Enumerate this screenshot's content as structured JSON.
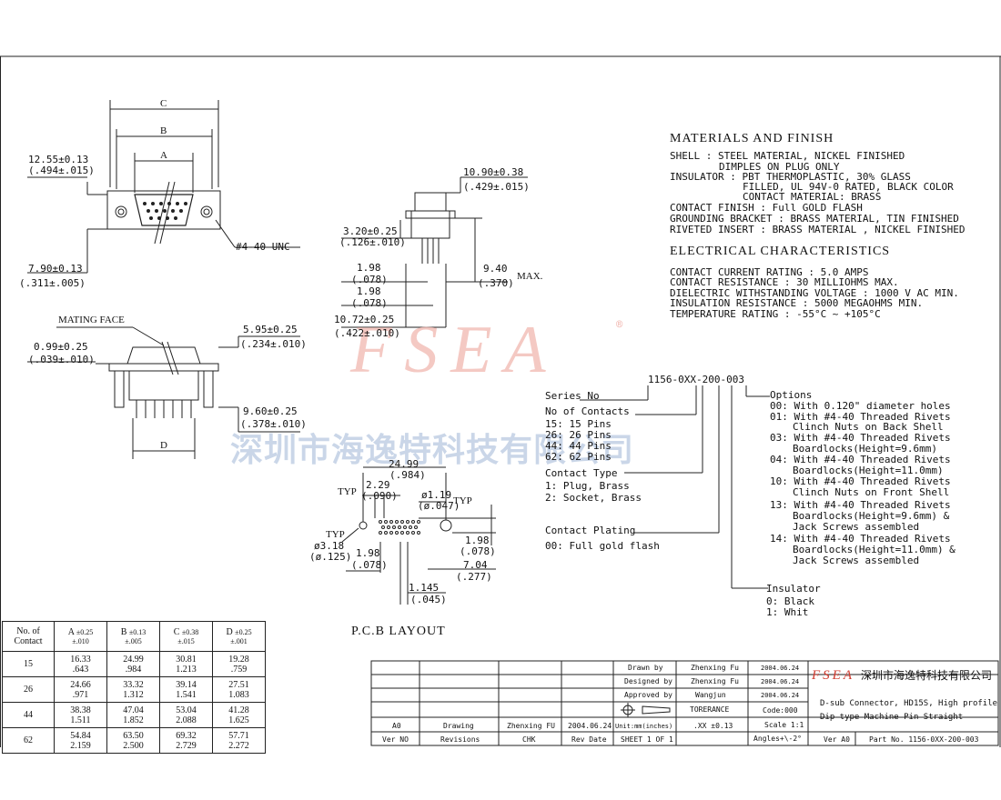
{
  "materials": {
    "heading": "MATERIALS AND FINISH",
    "lines": [
      "SHELL : STEEL MATERIAL, NICKEL FINISHED",
      "DIMPLES ON PLUG ONLY",
      "INSULATOR : PBT THERMOPLASTIC, 30% GLASS",
      "FILLED, UL 94V-0 RATED, BLACK COLOR",
      "CONTACT MATERIAL: BRASS",
      "CONTACT FINISH : Full GOLD FLASH",
      "GROUNDING BRACKET : BRASS MATERIAL, TIN FINISHED",
      "RIVETED INSERT : BRASS MATERIAL , NICKEL FINISHED"
    ]
  },
  "electrical": {
    "heading": "ELECTRICAL CHARACTERISTICS",
    "lines": [
      "CONTACT CURRENT RATING : 5.0 AMPS",
      "CONTACT RESISTANCE : 30 MILLIOHMS MAX.",
      "DIELECTRIC WITHSTANDING VOLTAGE : 1000 V AC MIN.",
      "INSULATION RESISTANCE : 5000 MEGAOHMS MIN.",
      "TEMPERATURE RATING : -55°C ~ +105°C"
    ]
  },
  "watermark": {
    "brand": "FSEA",
    "registered": "®",
    "company_cn": "深圳市海逸特科技有限公司"
  },
  "front_view": {
    "label_c": "C",
    "label_b": "B",
    "label_a": "A",
    "dim_top": "12.55±0.13",
    "dim_top_in": "(.494±.015)",
    "dim_bottom": "7.90±0.13",
    "dim_bottom_in": "(.311±.005)",
    "screw": "#4-40 UNC"
  },
  "side_view": {
    "d1": "10.90±0.38",
    "d1_in": "(.429±.015)",
    "d2": "3.20±0.25",
    "d2_in": "(.126±.010)",
    "d3": "1.98",
    "d3_in": "(.078)",
    "d4": "1.98",
    "d4_in": "(.078)",
    "d5": "10.72±0.25",
    "d5_in": "(.422±.010)",
    "d6": "9.40",
    "d6_in": "(.370)",
    "max": "MAX."
  },
  "mating_view": {
    "label": "MATING FACE",
    "d1": "0.99±0.25",
    "d1_in": "(.039±.010)",
    "d2": "5.95±0.25",
    "d2_in": "(.234±.010)",
    "d3": "9.60±0.25",
    "d3_in": "(.378±.010)",
    "label_d": "D"
  },
  "pcb": {
    "title": "P.C.B LAYOUT",
    "w": "24.99",
    "w_in": "(.984)",
    "p": "2.29",
    "p_in": "(.090)",
    "hole": "ø1.19",
    "hole_in": "(ø.047)",
    "typ1": "TYP",
    "typ2": "TYP",
    "typ3": "TYP",
    "mh": "ø3.18",
    "mh_in": "(ø.125)",
    "r1": "1.98",
    "r1_in": "(.078)",
    "r2": "7.04",
    "r2_in": "(.277)",
    "l1": "1.98",
    "l1_in": "(.078)",
    "b1": "1.145",
    "b1_in": "(.045)"
  },
  "part_number": {
    "code": "1156-0XX-200-003",
    "series": "Series No",
    "contacts_title": "No of Contacts",
    "contacts": [
      "15: 15 Pins",
      "26: 26 Pins",
      "44: 44 Pins",
      "62: 62 Pins"
    ],
    "type_title": "Contact Type",
    "types": [
      "1: Plug, Brass",
      "2: Socket, Brass"
    ],
    "plating_title": "Contact Plating",
    "plating": [
      "00: Full gold flash"
    ],
    "options_title": "Options",
    "options": [
      "00: With 0.120\" diameter holes",
      "01: With #4-40 Threaded Rivets",
      "Clinch Nuts on Back Shell",
      "03: With #4-40 Threaded Rivets",
      "Boardlocks(Height=9.6mm)",
      "04: With #4-40 Threaded Rivets",
      "Boardlocks(Height=11.0mm)",
      "10: With #4-40 Threaded Rivets",
      "Clinch Nuts on Front Shell",
      "13: With #4-40 Threaded Rivets",
      "Boardlocks(Height=9.6mm) &",
      "Jack Screws assembled",
      "14: With #4-40 Threaded Rivets",
      "Boardlocks(Height=11.0mm) &",
      "Jack Screws assembled"
    ],
    "insulator_title": "Insulator",
    "insulators": [
      "0: Black",
      "1: Whit"
    ]
  },
  "dim_table": {
    "headers": [
      "No. of Contact",
      "A ±0.25 ±.010",
      "B ±0.13 ±.005",
      "C ±0.38 ±.015",
      "D ±0.25 ±.001"
    ],
    "header_main": [
      "No. of",
      "A",
      "B",
      "C",
      "D"
    ],
    "header_tol_mm": [
      "Contact",
      "±0.25",
      "±0.13",
      "±0.38",
      "±0.25"
    ],
    "header_tol_in": [
      "",
      "±.010",
      "±.005",
      "±.015",
      "±.001"
    ],
    "rows": [
      {
        "n": "15",
        "a": "16.33",
        "a_in": ".643",
        "b": "24.99",
        "b_in": ".984",
        "c": "30.81",
        "c_in": "1.213",
        "d": "19.28",
        "d_in": ".759"
      },
      {
        "n": "26",
        "a": "24.66",
        "a_in": ".971",
        "b": "33.32",
        "b_in": "1.312",
        "c": "39.14",
        "c_in": "1.541",
        "d": "27.51",
        "d_in": "1.083"
      },
      {
        "n": "44",
        "a": "38.38",
        "a_in": "1.511",
        "b": "47.04",
        "b_in": "1.852",
        "c": "53.04",
        "c_in": "2.088",
        "d": "41.28",
        "d_in": "1.625"
      },
      {
        "n": "62",
        "a": "54.84",
        "a_in": "2.159",
        "b": "63.50",
        "b_in": "2.500",
        "c": "69.32",
        "c_in": "2.729",
        "d": "57.71",
        "d_in": "2.272"
      }
    ]
  },
  "title_block": {
    "drawn_label": "Drawn by",
    "drawn_name": "Zhenxing Fu",
    "drawn_date": "2004.06.24",
    "designed_label": "Designed by",
    "designed_name": "Zhenxing Fu",
    "designed_date": "2004.06.24",
    "approved_label": "Approved by",
    "approved_name": "Wangjun",
    "approved_date": "2004.06.24",
    "tolerance_label": "TORERANCE",
    "code": "Code:000",
    "units": "Unit:mm(inches)",
    "tol_value": ".XX ±0.13",
    "scale": "Scale 1:1",
    "angles": "Angles+\\-2°",
    "rev_ver": "A0",
    "rev_desc": "Drawing",
    "rev_by": "Zhenxing FU",
    "rev_date": "2004.06.24",
    "h_ver": "Ver NO",
    "h_rev": "Revisions",
    "h_chk": "CHK",
    "h_date": "Rev Date",
    "sheet": "SHEET 1 OF 1",
    "logo": "FSEA",
    "company": "深圳市海逸特科技有限公司",
    "desc1": "D-sub Connector, HD15S, High profile",
    "desc2": "Dip type Machine Pin Straight",
    "ver": "Ver A0",
    "part_no": "Part No. 1156-0XX-200-003"
  }
}
